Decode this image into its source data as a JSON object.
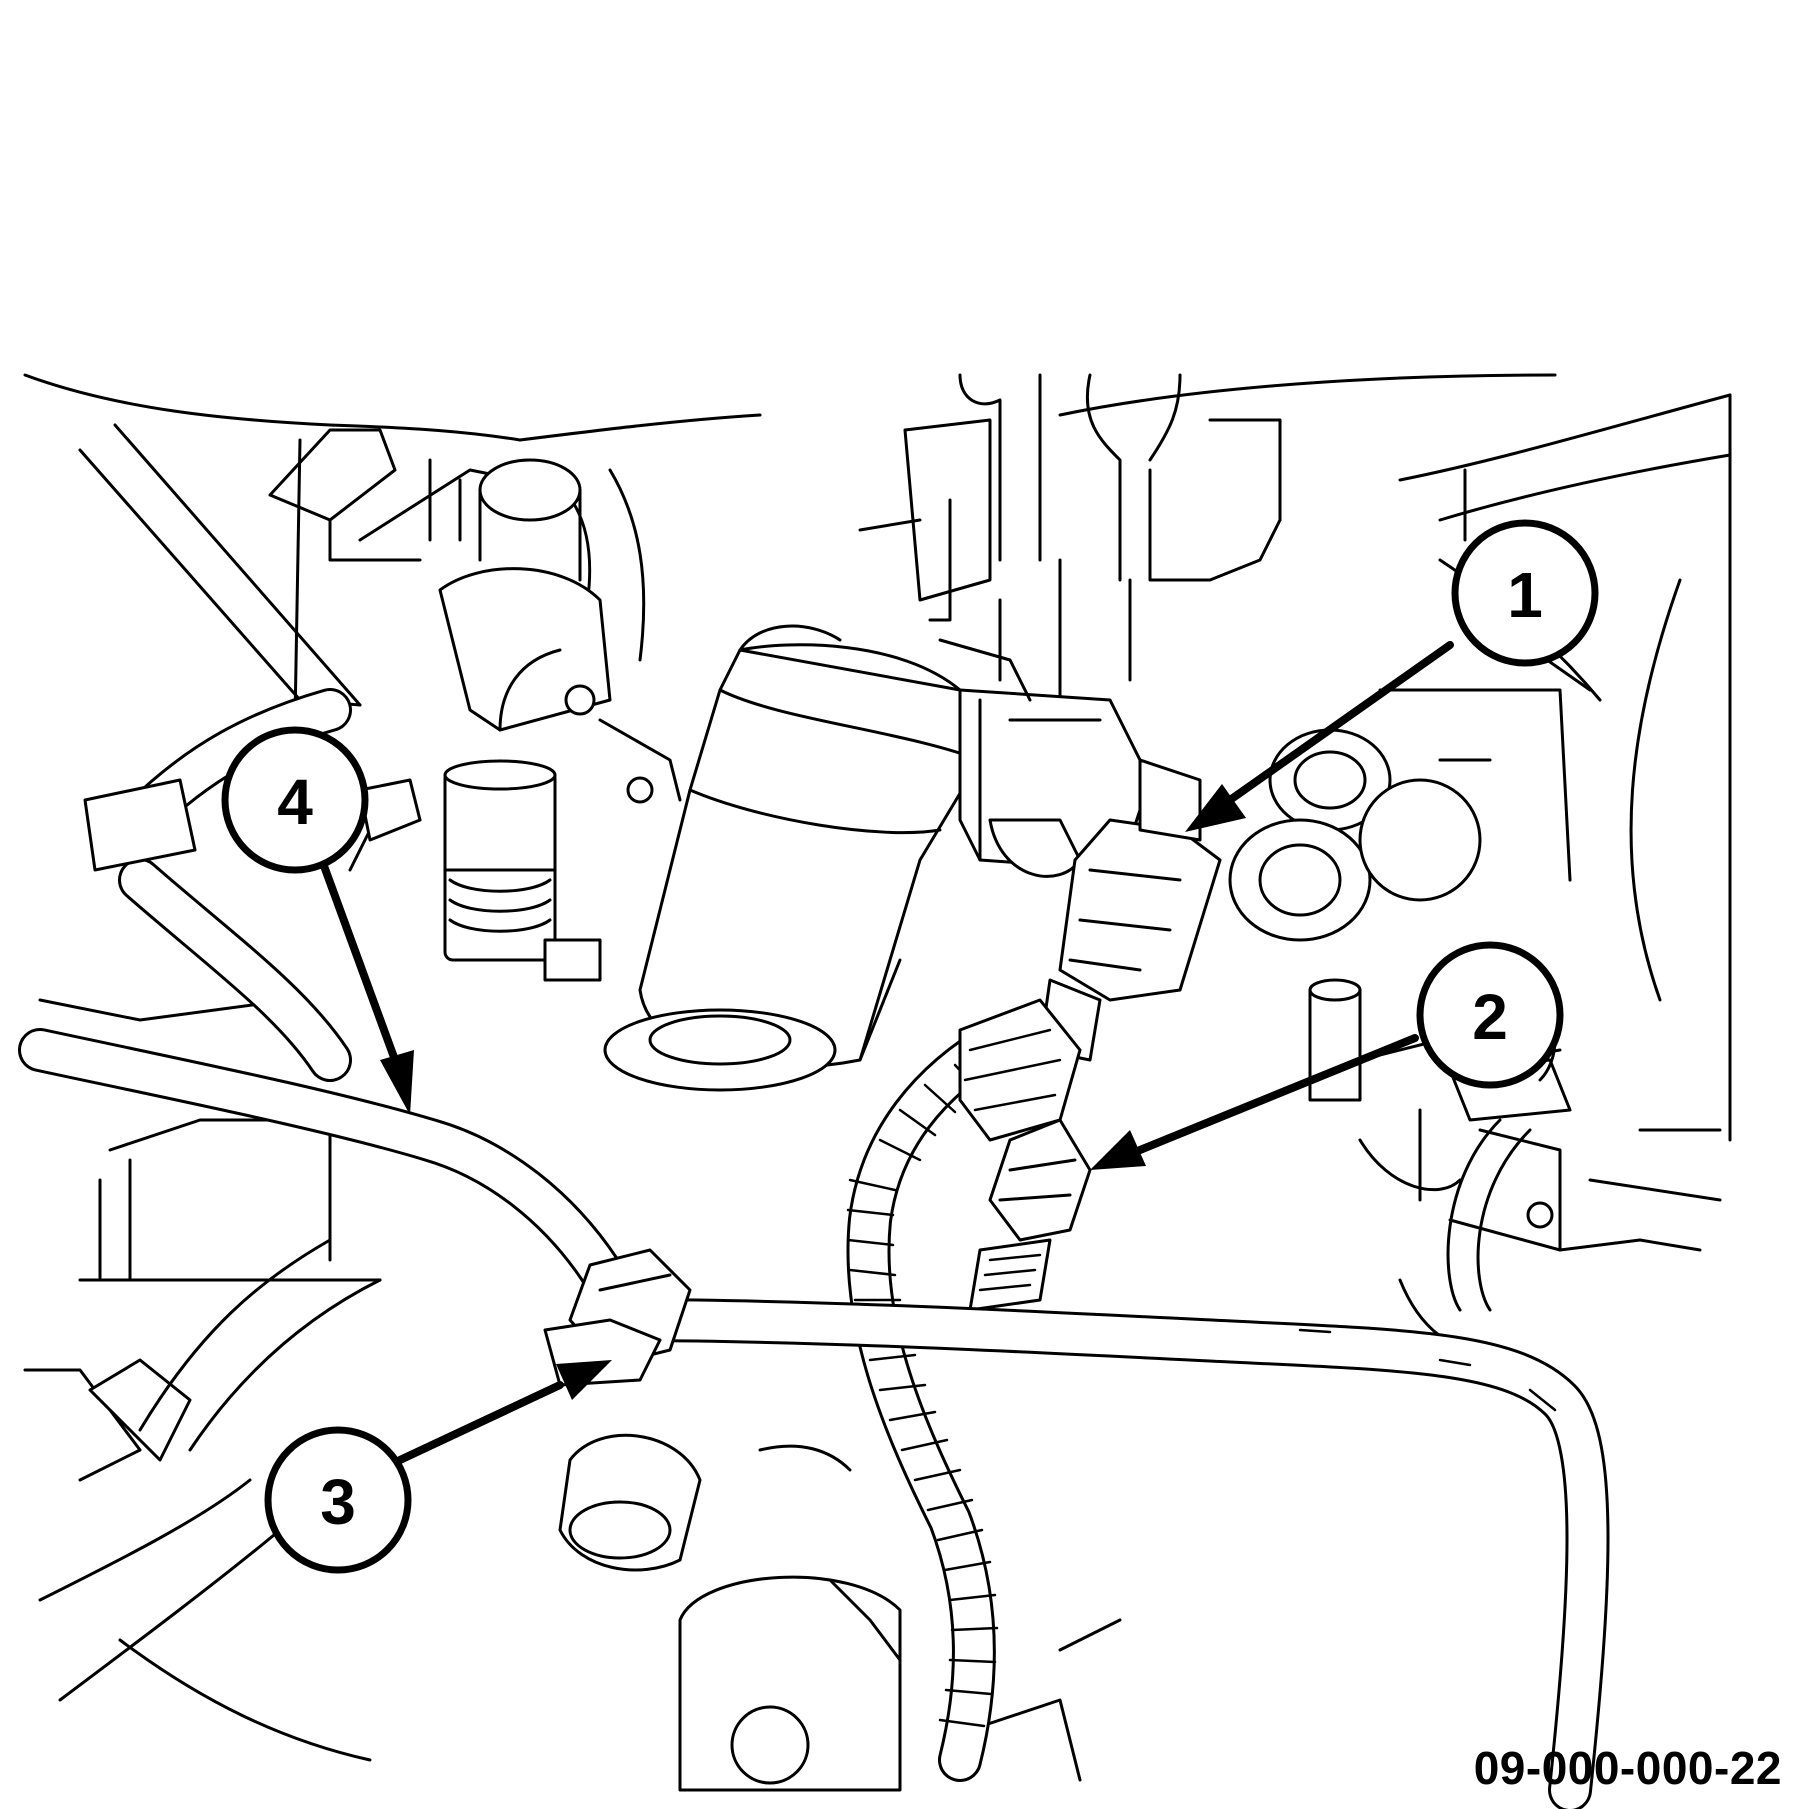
{
  "figure": {
    "id_label": "09-000-000-22"
  },
  "callouts": [
    {
      "number": "1"
    },
    {
      "number": "2"
    },
    {
      "number": "3"
    },
    {
      "number": "4"
    }
  ]
}
